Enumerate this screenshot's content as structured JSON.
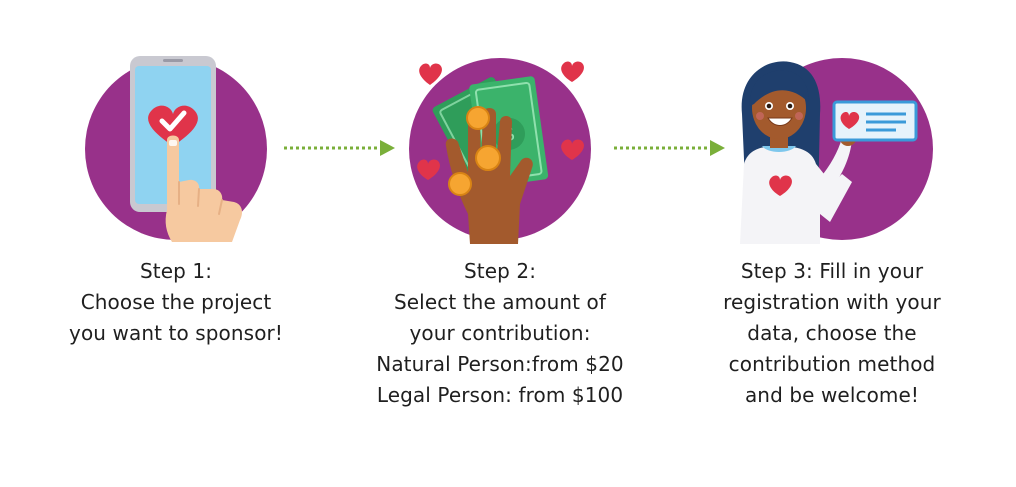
{
  "colors": {
    "circle_purple": "#98318a",
    "arrow_green": "#7aaf3a",
    "heart_red": "#e0344a",
    "money_green": "#3bb36b",
    "coin_orange": "#f6a531",
    "phone_blue": "#8fd3f1",
    "skin_light": "#f6c9a0",
    "skin_dark": "#a35a2d",
    "hair_navy": "#1f3f6d",
    "card_blue": "#3a9ad9"
  },
  "steps": [
    {
      "icon": "phone-heart-icon",
      "lines": [
        "Step 1:",
        "Choose the project",
        "you want to sponsor!"
      ]
    },
    {
      "icon": "hand-money-icon",
      "lines": [
        "Step 2:",
        "Select the amount of",
        "your contribution:",
        "Natural Person:from $20",
        "Legal Person: from $100"
      ]
    },
    {
      "icon": "woman-card-icon",
      "lines": [
        "Step 3: Fill in your",
        "registration with your",
        "data, choose the",
        "contribution method",
        "and be welcome!"
      ]
    }
  ],
  "arrows": [
    {
      "icon": "dotted-arrow-icon"
    },
    {
      "icon": "dotted-arrow-icon"
    }
  ]
}
